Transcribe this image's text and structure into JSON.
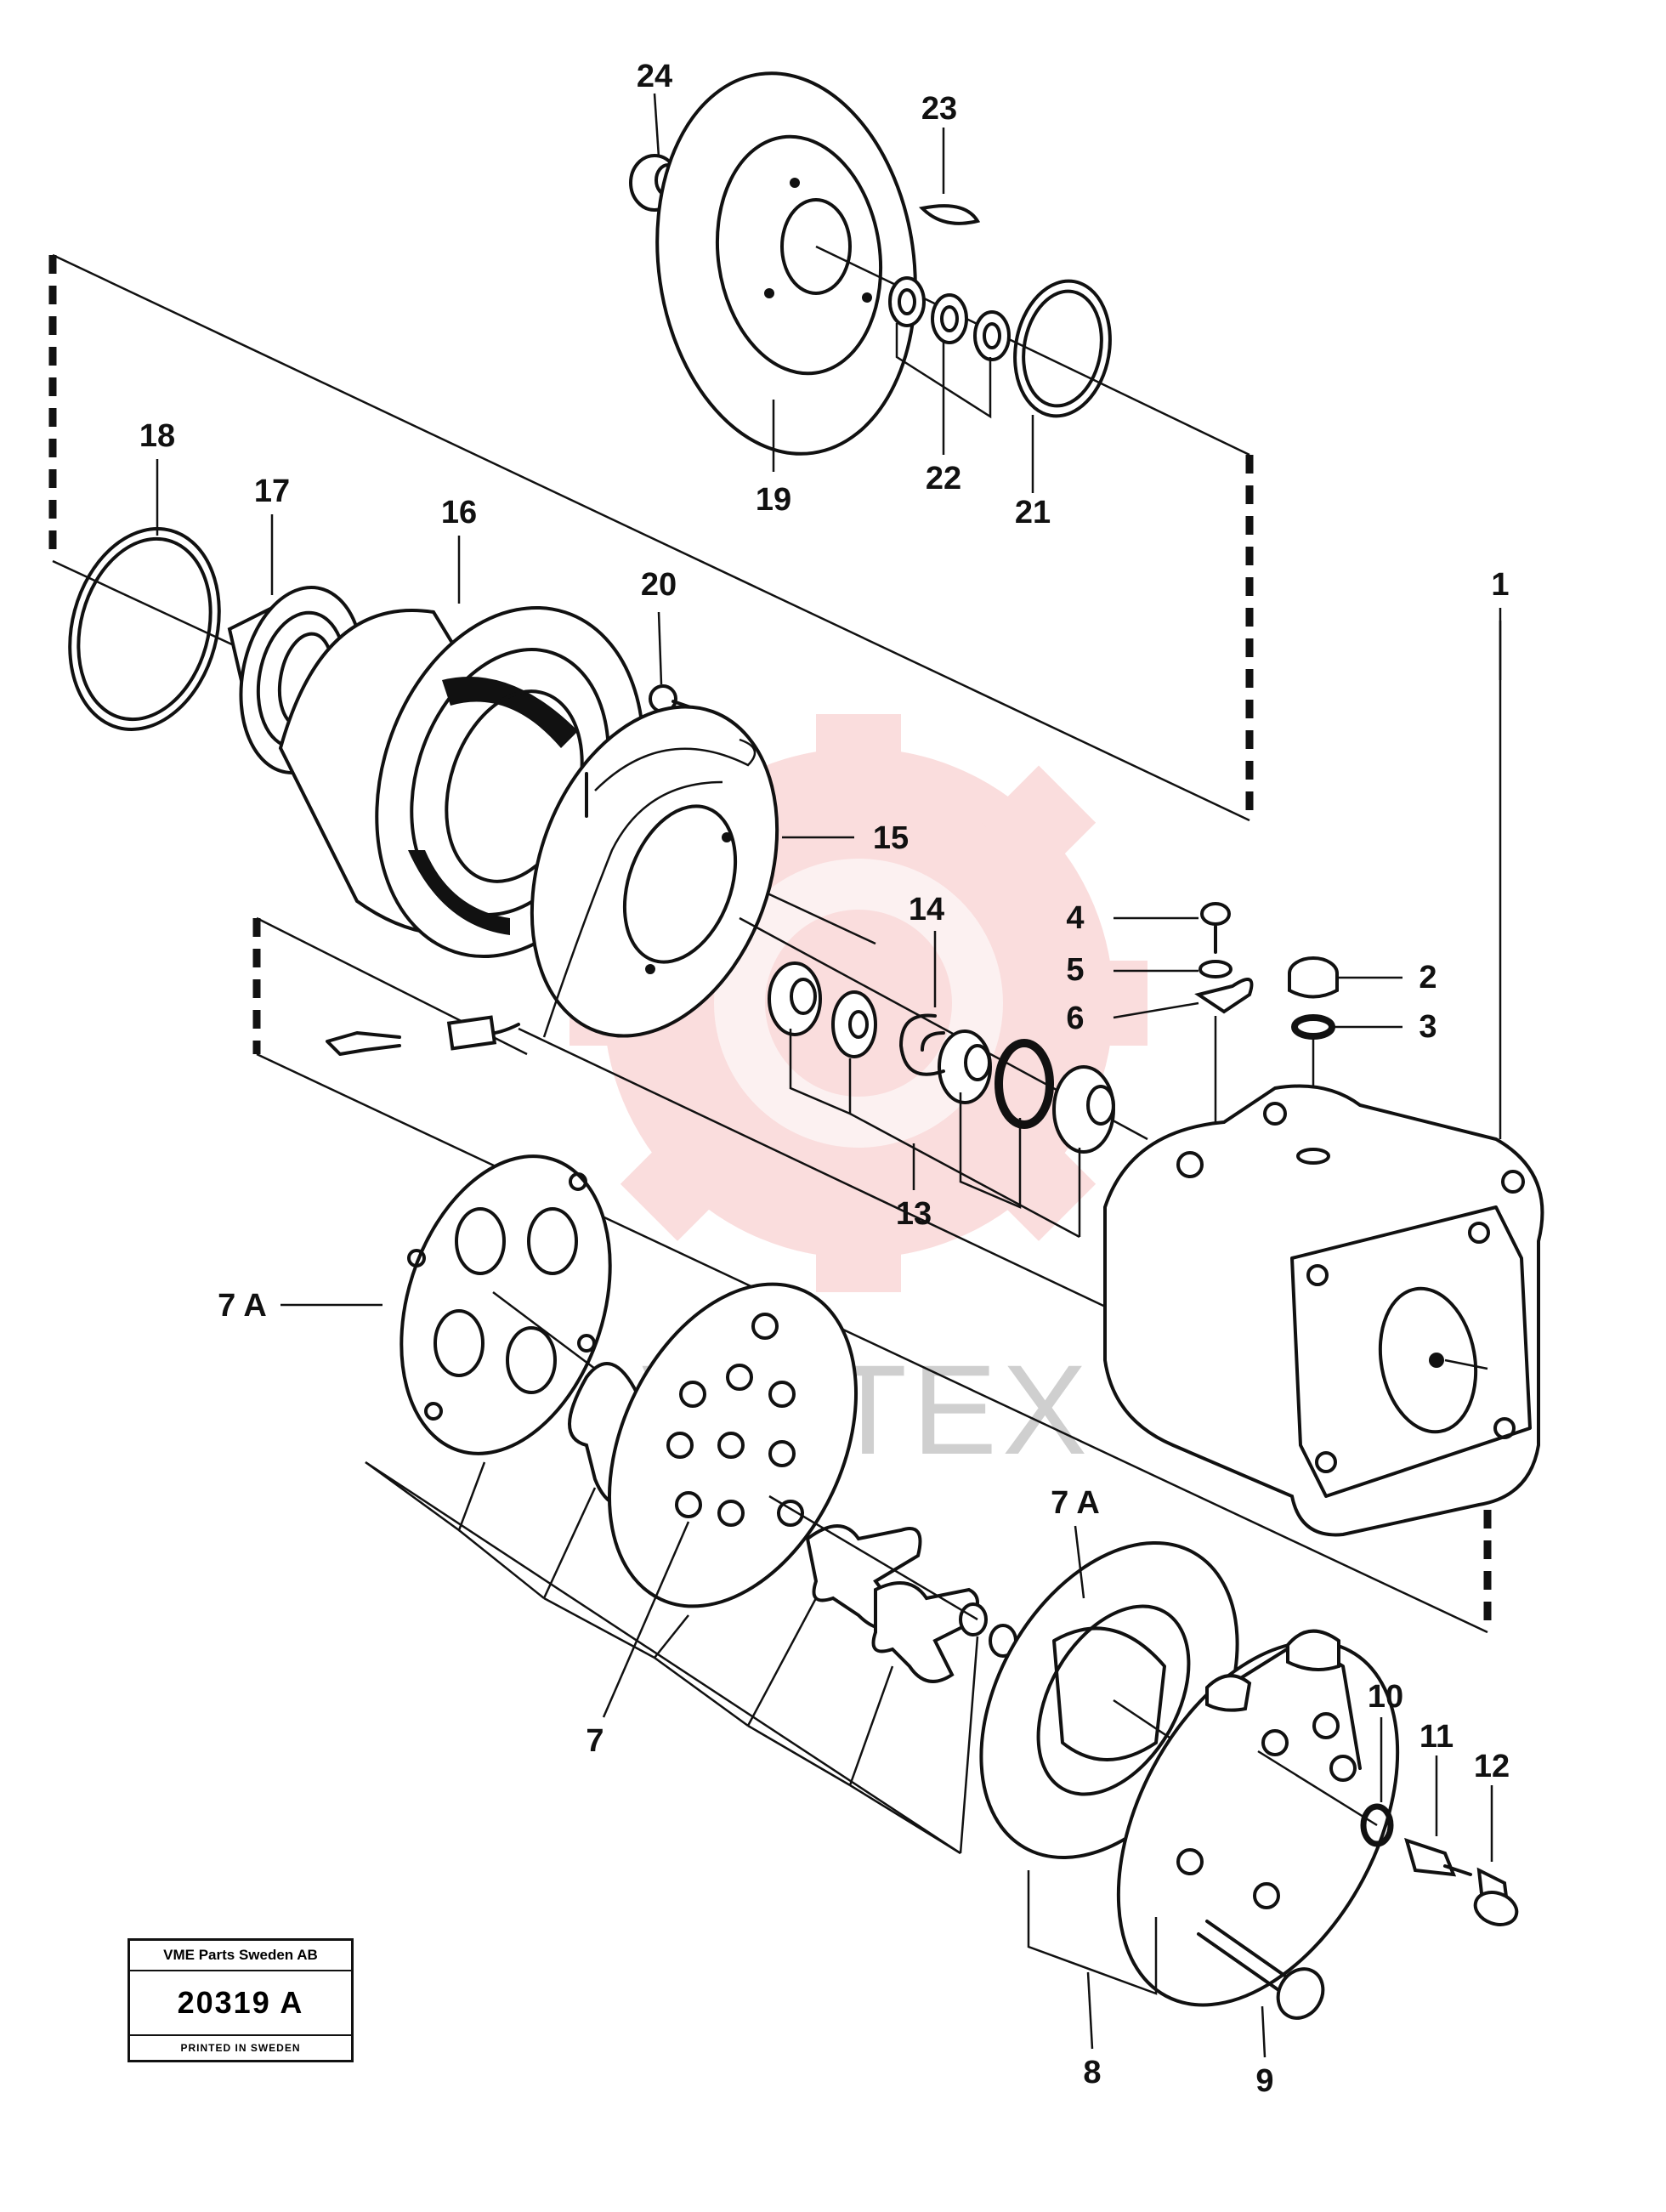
{
  "watermark": {
    "text": "VHTEX",
    "gear_color": "#f3b5b5"
  },
  "callouts": {
    "c1": "1",
    "c2": "2",
    "c3": "3",
    "c4": "4",
    "c5": "5",
    "c6": "6",
    "c7": "7",
    "c7a_left": "7 A",
    "c7a_lower": "7 A",
    "c8": "8",
    "c9": "9",
    "c10": "10",
    "c11": "11",
    "c12": "12",
    "c13": "13",
    "c14": "14",
    "c15": "15",
    "c16": "16",
    "c17": "17",
    "c18": "18",
    "c19": "19",
    "c20": "20",
    "c21": "21",
    "c22": "22",
    "c23": "23",
    "c24": "24"
  },
  "title_block": {
    "company": "VME Parts Sweden AB",
    "drawing_number": "20319 A",
    "printed": "PRINTED IN SWEDEN"
  }
}
